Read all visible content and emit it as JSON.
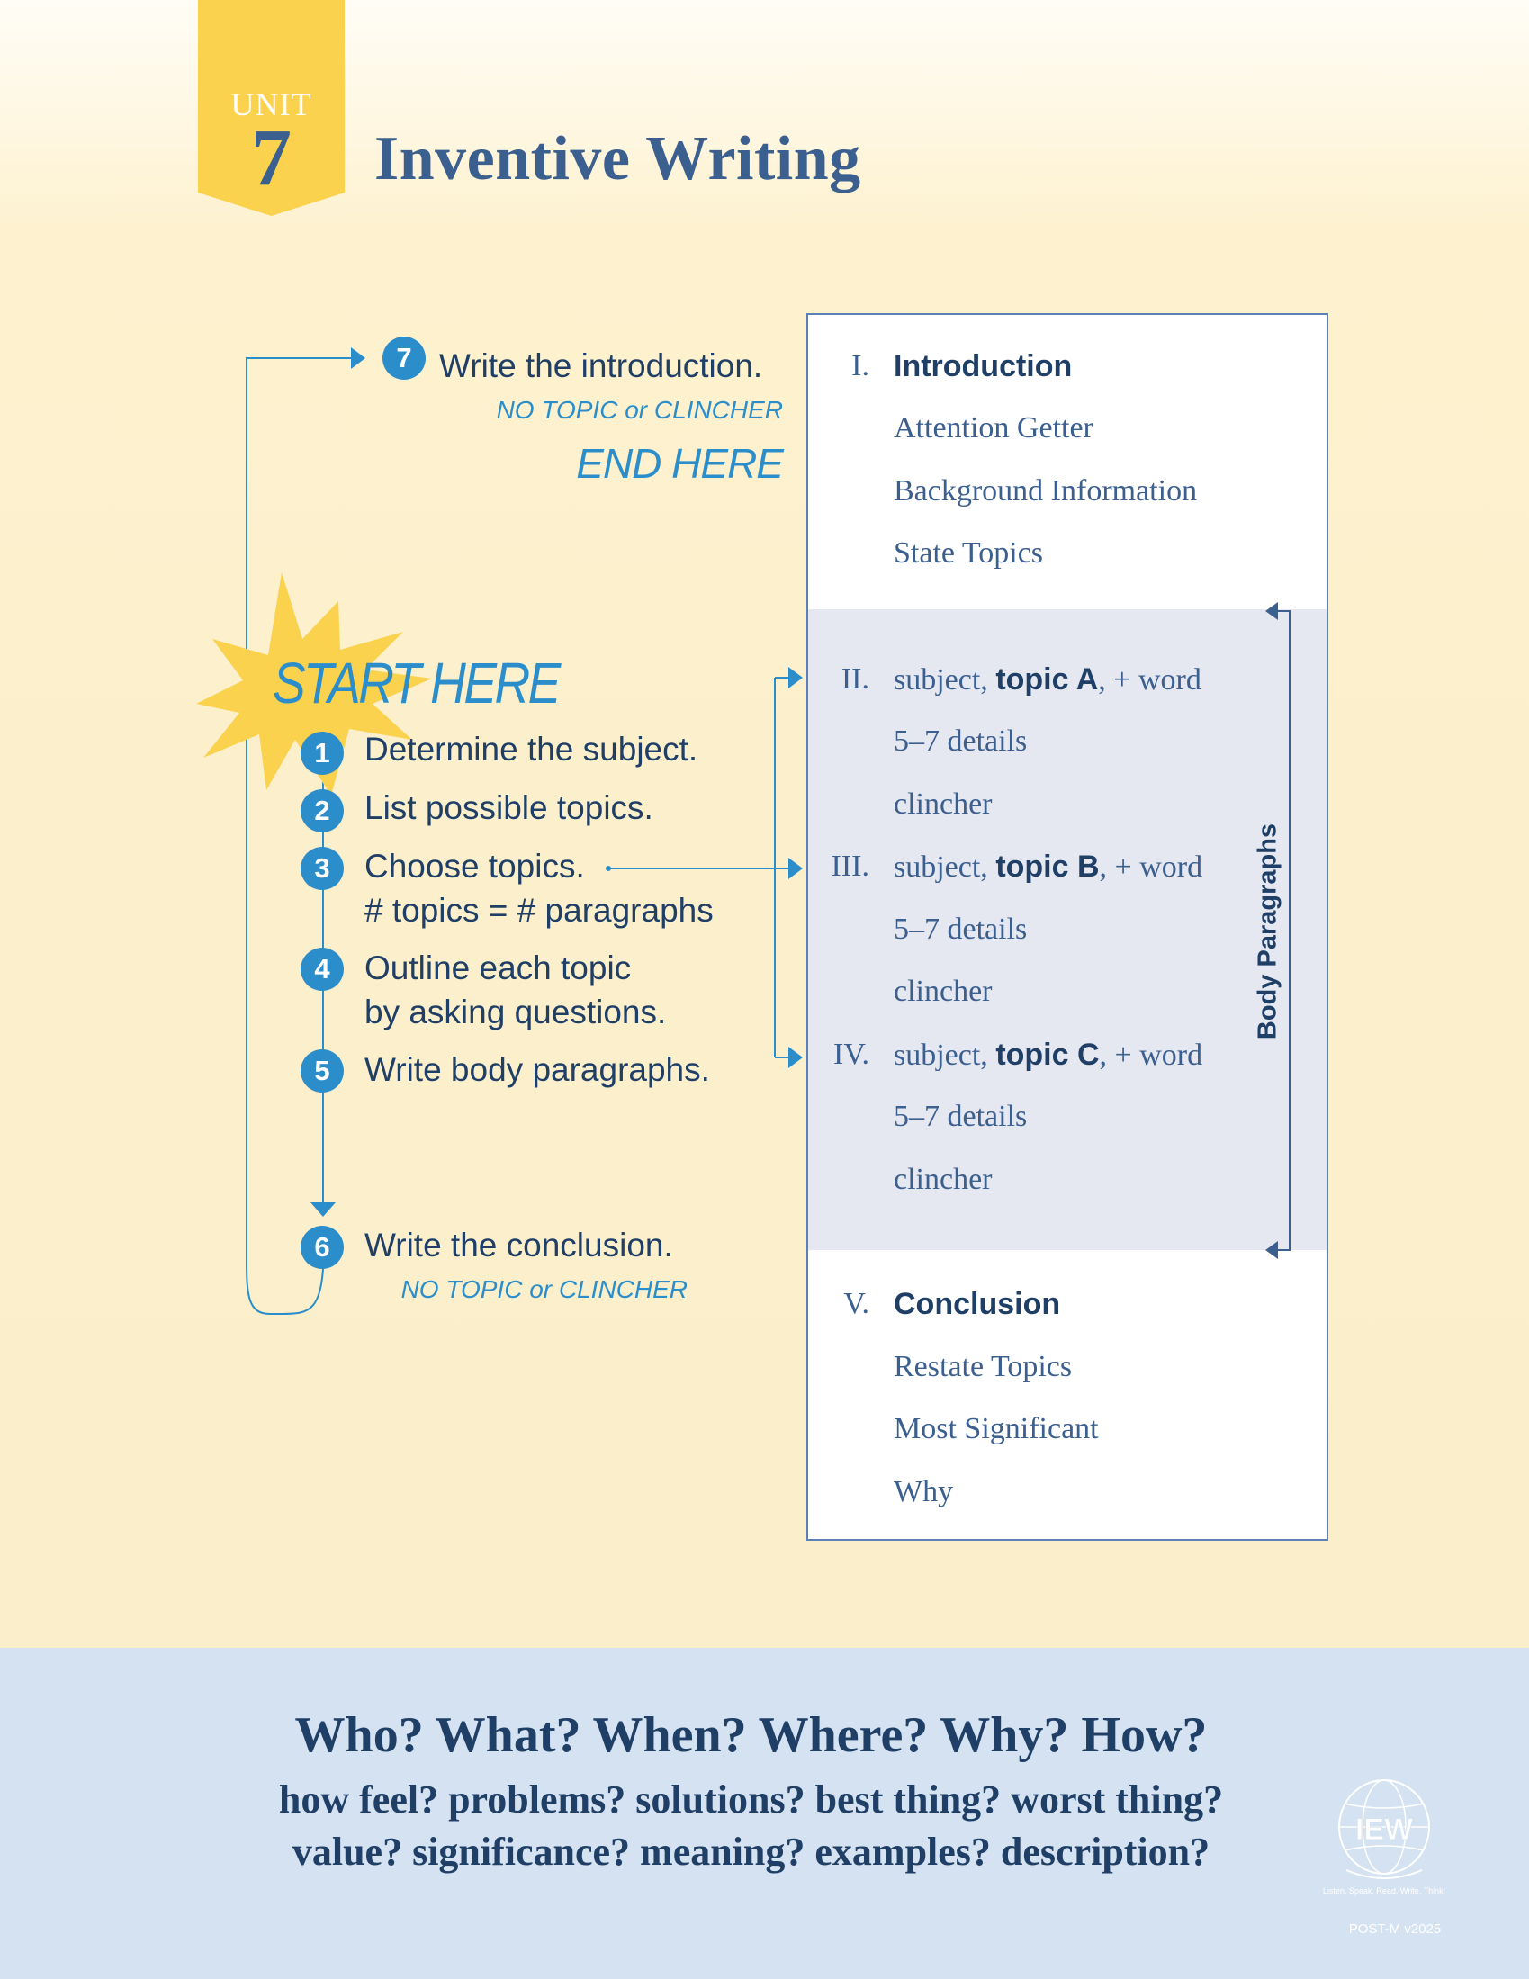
{
  "header": {
    "unit_label": "UNIT",
    "unit_number": "7",
    "title": "Inventive Writing"
  },
  "flow": {
    "step7": {
      "number": "7",
      "text": "Write the introduction.",
      "note": "NO TOPIC or CLINCHER",
      "end_label": "END HERE"
    },
    "start_label": "START HERE",
    "steps": [
      {
        "number": "1",
        "lines": [
          "Determine the subject."
        ]
      },
      {
        "number": "2",
        "lines": [
          "List possible topics."
        ]
      },
      {
        "number": "3",
        "lines": [
          "Choose topics.",
          "# topics = # paragraphs"
        ]
      },
      {
        "number": "4",
        "lines": [
          "Outline each topic",
          "by asking questions."
        ]
      },
      {
        "number": "5",
        "lines": [
          "Write body paragraphs."
        ]
      },
      {
        "number": "6",
        "lines": [
          "Write the conclusion."
        ]
      }
    ],
    "step6_note": "NO TOPIC or CLINCHER"
  },
  "outline": {
    "intro": {
      "numeral": "I.",
      "heading": "Introduction",
      "items": [
        "Attention Getter",
        "Background Information",
        "State Topics"
      ]
    },
    "body": [
      {
        "numeral": "II.",
        "pre": "subject, ",
        "topic": "topic A",
        "post": ", + word",
        "items": [
          "5–7 details",
          "clincher"
        ]
      },
      {
        "numeral": "III.",
        "pre": "subject, ",
        "topic": "topic B",
        "post": ", + word",
        "items": [
          "5–7 details",
          "clincher"
        ]
      },
      {
        "numeral": "IV.",
        "pre": "subject, ",
        "topic": "topic C",
        "post": ", + word",
        "items": [
          "5–7 details",
          "clincher"
        ]
      }
    ],
    "body_label": "Body Paragraphs",
    "conclusion": {
      "numeral": "V.",
      "heading": "Conclusion",
      "items": [
        "Restate Topics",
        "Most Significant",
        "Why"
      ]
    }
  },
  "questions": {
    "main": "Who? What? When? Where? Why? How?",
    "line1": "how feel? problems? solutions? best thing? worst thing?",
    "line2": "value? significance? meaning? examples? description?"
  },
  "logo": {
    "text": "IEW",
    "tagline": "Listen. Speak. Read. Write. Think!"
  },
  "footer_code": "POST-M v2025",
  "colors": {
    "accent_blue": "#2b8ecb",
    "navy": "#1f3f66",
    "badge_yellow": "#fbd24e",
    "band_blue": "#d5e2f1"
  }
}
